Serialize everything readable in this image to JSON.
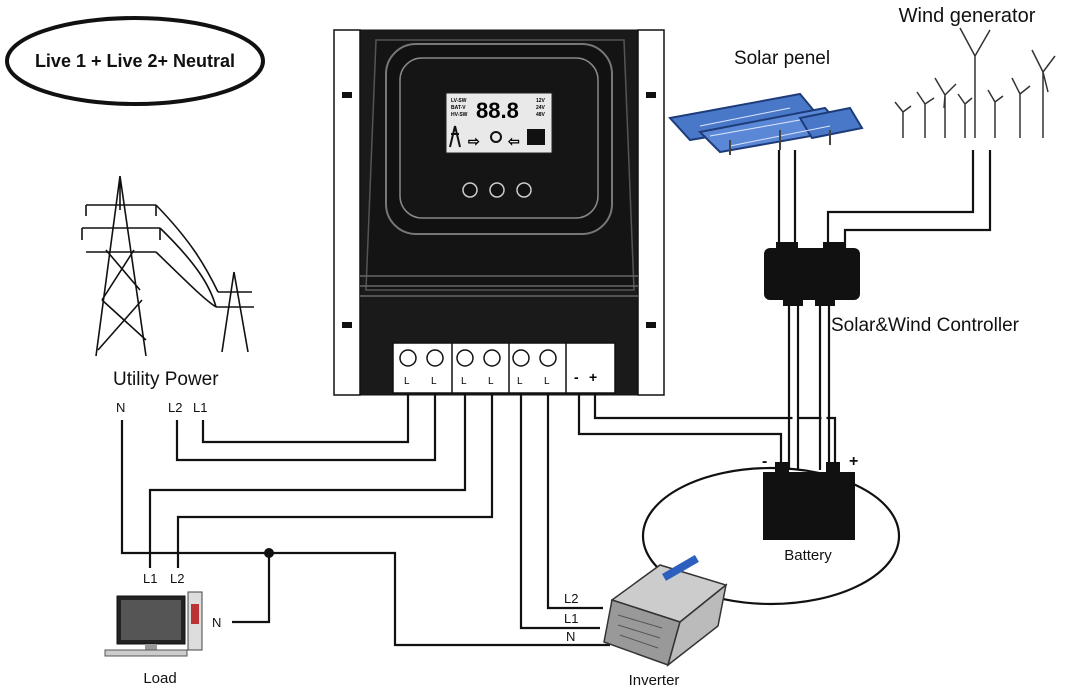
{
  "badge": {
    "text": "Live 1 + Live 2+ Neutral"
  },
  "labels": {
    "wind_generator": "Wind generator",
    "solar_panel": "Solar penel",
    "solar_wind_controller": "Solar&Wind Controller",
    "utility_power": "Utility Power",
    "battery": "Battery",
    "load": "Load",
    "inverter": "Inverter"
  },
  "utility_terminals": {
    "n": "N",
    "l2": "L2",
    "l1": "L1"
  },
  "load_terminals": {
    "l1": "L1",
    "l2": "L2",
    "n": "N"
  },
  "inverter_terminals": {
    "l2": "L2",
    "l1": "L1",
    "n": "N"
  },
  "battery_terminals": {
    "neg": "-",
    "pos": "+"
  },
  "switch_terminals": {
    "t1": "L",
    "t2": "L",
    "t3": "L",
    "t4": "L",
    "t5": "L",
    "t6": "L",
    "neg": "-",
    "pos": "+"
  },
  "lcd": {
    "digits": "88.8",
    "left_rows": [
      "LV-SW",
      "BAT-V",
      "HV-SW"
    ],
    "right_rows": [
      "12V",
      "24V",
      "48V"
    ]
  }
}
